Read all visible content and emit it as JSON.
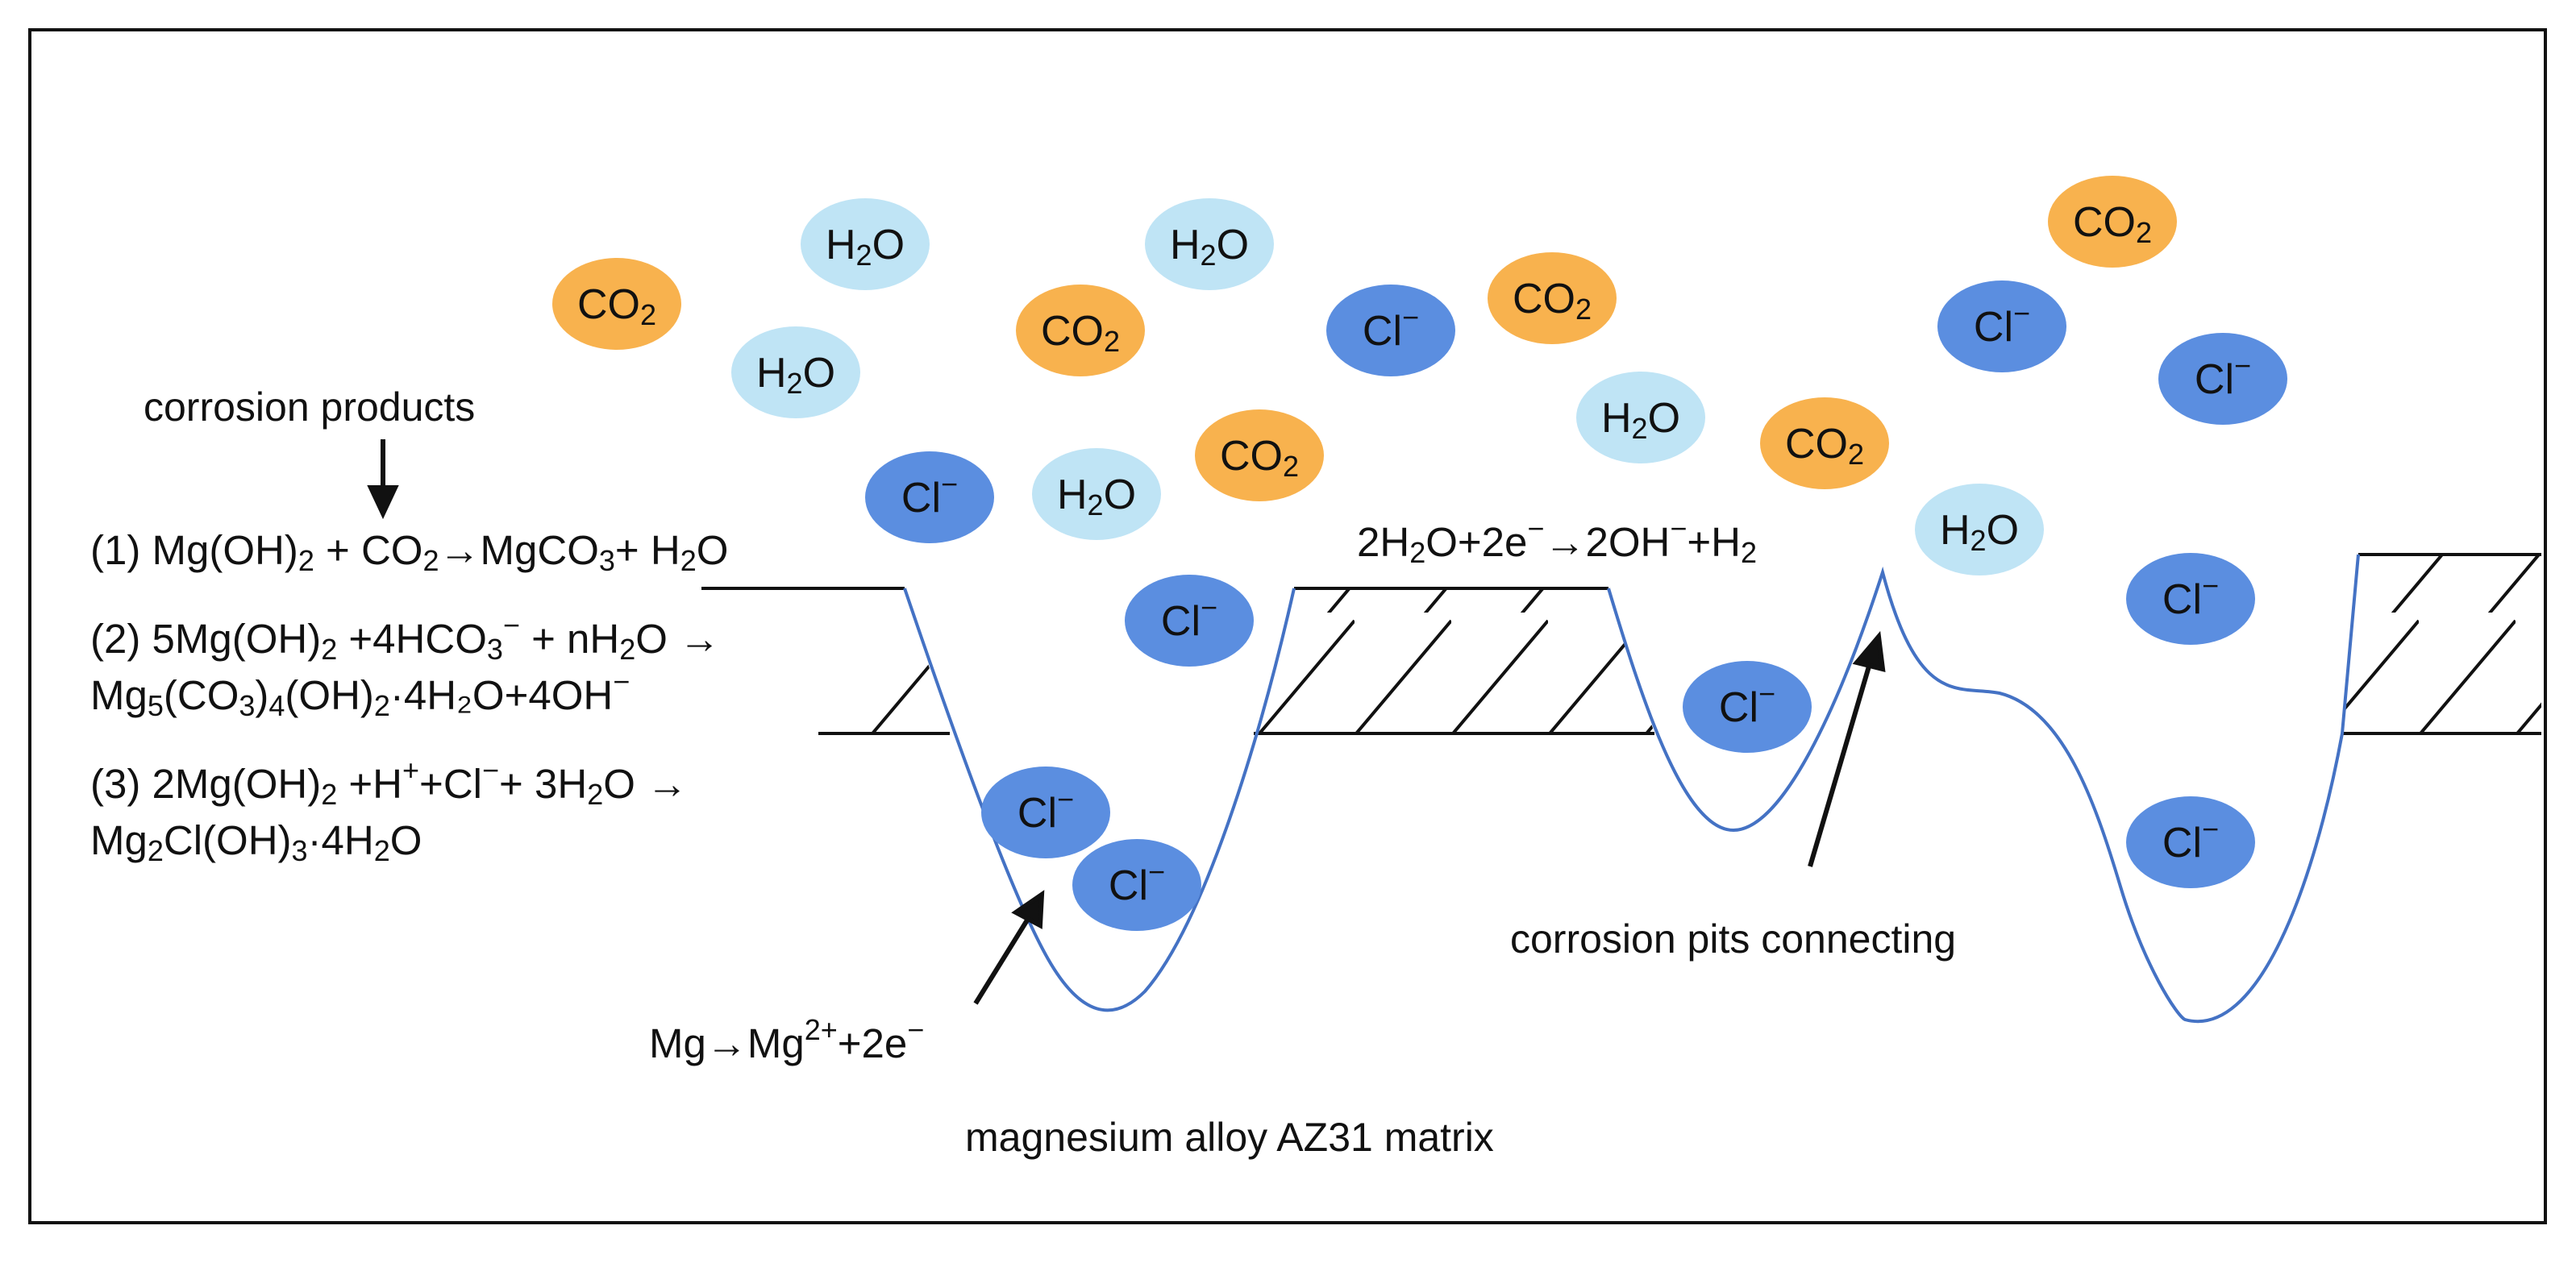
{
  "labels": {
    "corrosion_products": "corrosion products",
    "corrosion_pits": "corrosion pits connecting",
    "matrix": "magnesium alloy AZ31 matrix"
  },
  "equations": {
    "eq1": {
      "prefix": "(1)  Mg(OH)",
      "sub_a": "2",
      "mid_a": " + CO",
      "sub_b": "2",
      "mid_b": "→MgCO",
      "sub_c": "3",
      "mid_c": "+ H",
      "sub_d": "2",
      "end": "O"
    },
    "eq2_line1": {
      "prefix": "(2) 5Mg(OH)",
      "sub_a": "2",
      "mid_a": " +4HCO",
      "sub_b": "3",
      "sup_b": "−",
      "mid_b": " + nH",
      "sub_c": "2",
      "end": "O →"
    },
    "eq2_line2": {
      "prefix": "Mg",
      "sub_a": "5",
      "mid_a": "(CO",
      "sub_b": "3",
      "mid_b": ")",
      "sub_c": "4",
      "mid_c": "(OH)",
      "sub_d": "2",
      "end": "·4H₂O+4OH",
      "sup_end": "−"
    },
    "eq3_line1": {
      "prefix": "(3) 2Mg(OH)",
      "sub_a": "2",
      "mid_a": " +H",
      "sup_a": "+",
      "mid_b": "+Cl",
      "sup_b": "−",
      "mid_c": "+ 3H",
      "sub_c": "2",
      "end": "O →"
    },
    "eq3_line2": {
      "prefix": "Mg",
      "sub_a": "2",
      "mid_a": "Cl(OH)",
      "sub_b": "3",
      "end": "·4H",
      "sub_end": "2",
      "tail": "O"
    },
    "cathodic": {
      "prefix": "2H",
      "sub_a": "2",
      "mid_a": "O+2e",
      "sup_a": "−",
      "mid_b": "→2OH",
      "sup_b": "−",
      "mid_c": "+H",
      "sub_c": "2"
    },
    "anodic": {
      "prefix": "Mg→Mg",
      "sup_a": "2+",
      "mid_a": "+2e",
      "sup_b": "−"
    }
  },
  "ions": {
    "h2o": {
      "base": "H",
      "sub": "2",
      "tail": "O",
      "color": "#bfe4f5"
    },
    "co2": {
      "base": "CO",
      "sub": "2",
      "color": "#f8b24e"
    },
    "cl": {
      "base": "Cl",
      "sup": "−",
      "color": "#5b8ee0"
    }
  },
  "colors": {
    "pit_line": "#4472c4",
    "frame": "#111111"
  }
}
